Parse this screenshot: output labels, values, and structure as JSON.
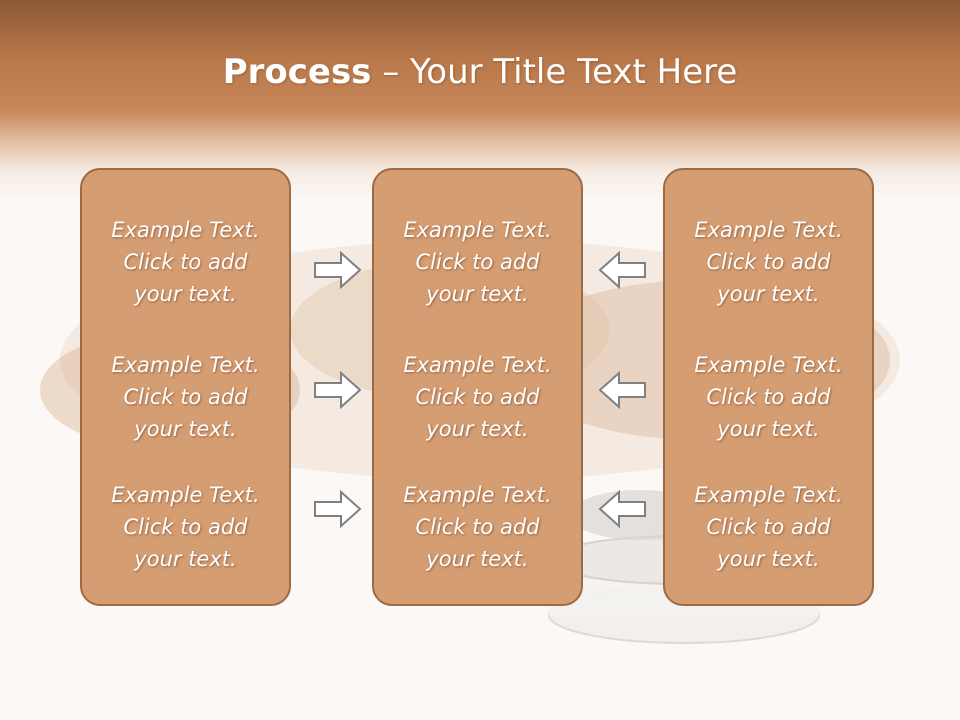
{
  "slide": {
    "title_bold": "Process",
    "title_rest": " – Your Title Text Here",
    "columns": [
      {
        "name": "left",
        "blocks": [
          [
            "Example Text.",
            "Click  to add",
            "your text."
          ],
          [
            "Example Text.",
            "Click  to add",
            "your text."
          ],
          [
            "Example Text.",
            "Click  to add",
            "your text."
          ]
        ]
      },
      {
        "name": "center",
        "blocks": [
          [
            "Example Text.",
            "Click  to add",
            "your text."
          ],
          [
            "Example Text.",
            "Click  to add",
            "your text."
          ],
          [
            "Example Text.",
            "Click  to add",
            "your text."
          ]
        ]
      },
      {
        "name": "right",
        "blocks": [
          [
            "Example Text.",
            "Click  to add",
            "your text."
          ],
          [
            "Example Text.",
            "Click  to add",
            "your text."
          ],
          [
            "Example Text.",
            "Click  to add",
            "your text."
          ]
        ]
      }
    ],
    "arrows": {
      "left_to_center": [
        "right",
        "right",
        "right"
      ],
      "right_to_center": [
        "left",
        "left",
        "left"
      ]
    }
  },
  "colors": {
    "header_dark": "#8b5a35",
    "header_mid": "#c8875a",
    "box_fill": "#d59d72",
    "box_border": "#9c6a45",
    "arrow_fill": "#ffffff",
    "arrow_stroke": "#808080",
    "background": "#fbf8f5"
  }
}
